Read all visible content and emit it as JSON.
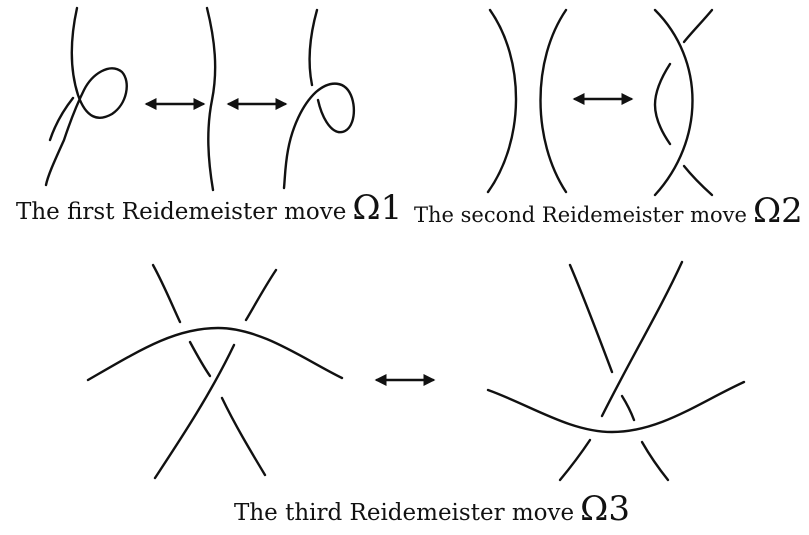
{
  "moves": [
    {
      "id": "omega1",
      "caption_text": "The first Reidemeister move",
      "symbol": "Ω1"
    },
    {
      "id": "omega2",
      "caption_text": "The second Reidemeister move",
      "symbol": "Ω2"
    },
    {
      "id": "omega3",
      "caption_text": "The third Reidemeister move",
      "symbol": "Ω3"
    }
  ],
  "colors": {
    "stroke": "#111111",
    "background": "#ffffff"
  }
}
